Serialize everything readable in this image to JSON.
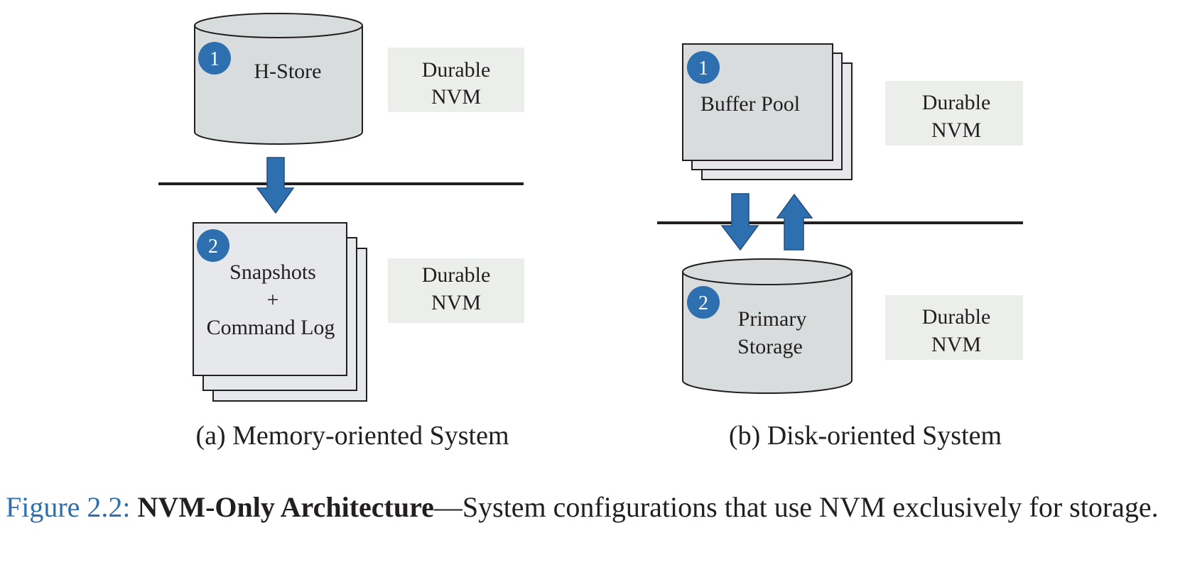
{
  "panel_a": {
    "subtitle": "(a) Memory-oriented System",
    "top": {
      "badge": "1",
      "label": "H-Store",
      "tag_line1": "Durable",
      "tag_line2": "NVM"
    },
    "bottom": {
      "badge": "2",
      "label_line1": "Snapshots",
      "label_line2": "+",
      "label_line3": "Command Log",
      "tag_line1": "Durable",
      "tag_line2": "NVM"
    }
  },
  "panel_b": {
    "subtitle": "(b) Disk-oriented System",
    "top": {
      "badge": "1",
      "label": "Buffer Pool",
      "tag_line1": "Durable",
      "tag_line2": "NVM"
    },
    "bottom": {
      "badge": "2",
      "label_line1": "Primary",
      "label_line2": "Storage",
      "tag_line1": "Durable",
      "tag_line2": "NVM"
    }
  },
  "caption": {
    "number": "Figure 2.2:",
    "title": "NVM-Only Architecture",
    "dash": "—",
    "text": "System configurations that use NVM exclusively for storage."
  },
  "colors": {
    "shape_fill": "#d9dcdc",
    "page_fill": "#e6e8ec",
    "tag_fill": "#ebeeeb",
    "badge": "#2e6fb0",
    "arrow": "#2e6fb0",
    "text": "#231f20",
    "figure_number": "#2e6fb0"
  }
}
